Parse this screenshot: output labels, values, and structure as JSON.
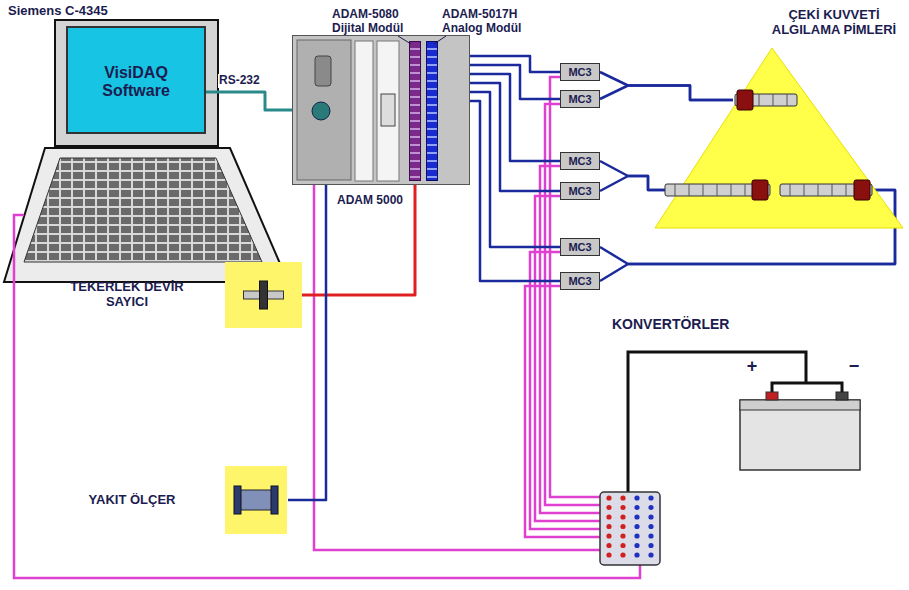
{
  "diagram": {
    "nodes": [
      {
        "text": [
          "Siemens C-4345",
          "VisiDAQ Software"
        ]
      },
      {
        "text": [
          "ADAM 5000"
        ]
      },
      {
        "text": [
          "ADAM-5080 Dijital Modül"
        ],
        "in": 1
      },
      {
        "text": [
          "ADAM-5017H Analog Modül"
        ],
        "in": 1
      },
      {
        "text": [
          "MC3"
        ]
      },
      {
        "text": [
          "MC3"
        ]
      },
      {
        "text": [
          "MC3"
        ]
      },
      {
        "text": [
          "MC3"
        ]
      },
      {
        "text": [
          "MC3"
        ]
      },
      {
        "text": [
          "MC3"
        ]
      },
      {
        "text": [
          "ÇEKİ KUVVETİ ALGILAMA PİMLERİ"
        ]
      },
      {
        "text": [
          "TEKERLEK DEVİR SAYICI"
        ]
      },
      {
        "text": [
          "YAKIT ÖLÇER"
        ]
      },
      {
        "text": [
          "+",
          "−"
        ]
      }
    ],
    "edges": [
      {
        "from": 0,
        "to": 1,
        "label": "RS-232",
        "arrow": "none"
      },
      {
        "from": 11,
        "to": 2,
        "arrow": "none"
      },
      {
        "from": 12,
        "to": 1,
        "arrow": "none"
      },
      {
        "from": 4,
        "to": 3,
        "arrow": "none"
      },
      {
        "from": 5,
        "to": 3,
        "arrow": "none"
      },
      {
        "from": 6,
        "to": 3,
        "arrow": "none"
      },
      {
        "from": 7,
        "to": 3,
        "arrow": "none"
      },
      {
        "from": 8,
        "to": 3,
        "arrow": "none"
      },
      {
        "from": 9,
        "to": 3,
        "arrow": "none"
      },
      {
        "from": 4,
        "to": 10,
        "arrow": "none"
      },
      {
        "from": 5,
        "to": 10,
        "arrow": "none"
      },
      {
        "from": 6,
        "to": 10,
        "arrow": "none"
      },
      {
        "from": 7,
        "to": 10,
        "arrow": "none"
      },
      {
        "from": 8,
        "to": 10,
        "arrow": "none"
      },
      {
        "from": 9,
        "to": 10,
        "arrow": "none"
      }
    ],
    "labels": [
      "KONVERTÖRLER"
    ]
  }
}
